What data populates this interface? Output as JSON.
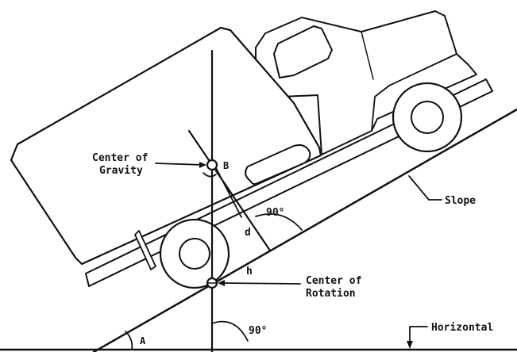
{
  "labels": {
    "center_of_gravity_line1": "Center of",
    "center_of_gravity_line2": "Gravity",
    "point_b": "B",
    "angle_upper": "90°",
    "distance_d": "d",
    "distance_h": "h",
    "center_of_rotation_line1": "Center of",
    "center_of_rotation_line2": "Rotation",
    "slope": "Slope",
    "angle_lower": "90°",
    "angle_a": "A",
    "horizontal": "Horizontal"
  },
  "colors": {
    "ink": "#111111",
    "paper": "#ffffff"
  }
}
